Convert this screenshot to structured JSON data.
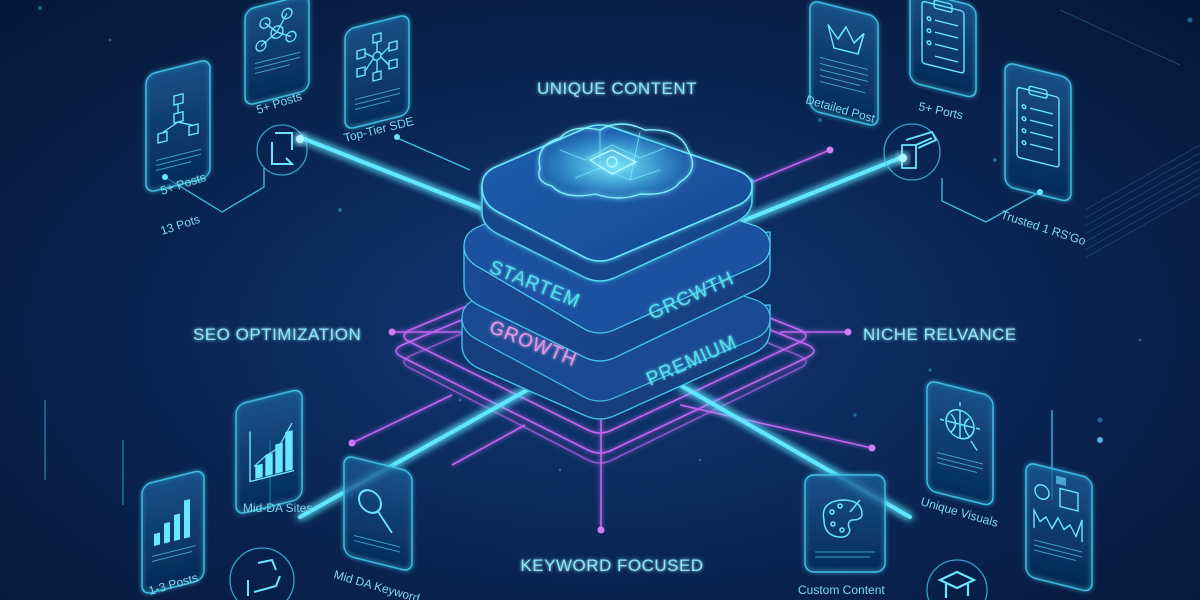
{
  "diagram": {
    "colors": {
      "background": "#0a2452",
      "beam_cyan": "#5fe8ff",
      "neon_purple": "#c165f0",
      "text_cyan": "#8fe6f5",
      "tier_pink": "#e59ae6",
      "card_stroke": "#3fc3e8"
    },
    "central_stack": {
      "top_icon": "brain-circuit-icon",
      "tiers": {
        "upper_left": "STARTEM",
        "upper_right": "GRCWTH",
        "lower_left": "GROWTH",
        "lower_right": "PREMIUM"
      }
    },
    "features": {
      "top": "UNIQUE CONTENT",
      "left": "SEO OPTIMIZATION",
      "right": "NICHE RELVANCE",
      "bottom": "KEYWORD FOCUSED"
    },
    "cards": {
      "top_left": [
        {
          "icon": "flowchart-icon",
          "label": "5+ Posts"
        },
        {
          "icon": "network-nodes-icon",
          "label": "5+ Posts"
        },
        {
          "icon": "hub-network-icon",
          "label": "Top-Tier SDE"
        }
      ],
      "top_left_extra_label": "13 Pots",
      "top_left_node_icon": "document-hand-icon",
      "top_right": [
        {
          "icon": "crown-icon",
          "label": "Detailed Post"
        },
        {
          "icon": "clipboard-icon",
          "label": "5+ Ports"
        },
        {
          "icon": "checklist-icon",
          "label": ""
        }
      ],
      "top_right_extra_label": "Trusted 1 RS'Go",
      "top_right_node_icon": "box-tag-icon",
      "bottom_left": [
        {
          "icon": "bar-chart-icon",
          "label": "1-3 Posts"
        },
        {
          "icon": "growth-chart-icon",
          "label": "Mid-DA Sites"
        },
        {
          "icon": "magnifier-icon",
          "label": "Mid DA Keyword"
        }
      ],
      "bottom_left_node_icon": "recycle-hands-icon",
      "bottom_right": [
        {
          "icon": "palette-icon",
          "label": "Custom Content"
        },
        {
          "icon": "globe-compass-icon",
          "label": "Unique Visuals"
        },
        {
          "icon": "analytics-dashboard-icon",
          "label": ""
        }
      ],
      "bottom_right_node_icon": "graduation-cap-icon"
    }
  }
}
